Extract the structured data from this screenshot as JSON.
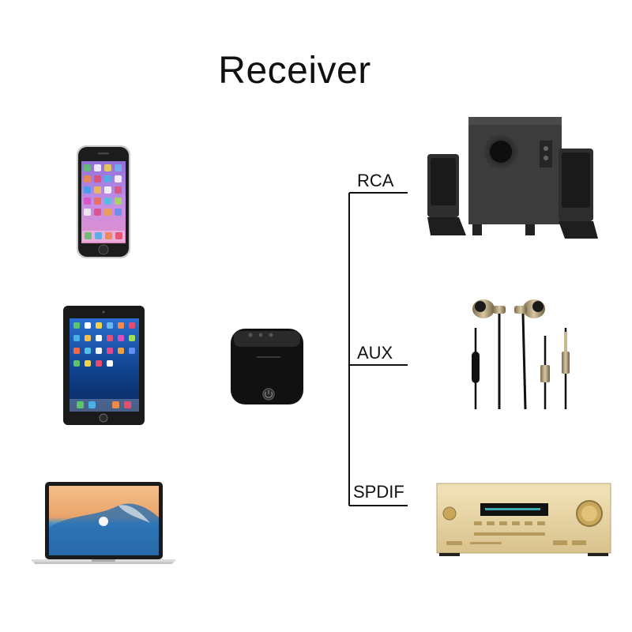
{
  "title": "Receiver",
  "outputs": {
    "rca": "RCA",
    "aux": "AUX",
    "spdif": "SPDIF"
  },
  "colors": {
    "line": "#111111",
    "text": "#111111",
    "amp_gold": "#e8d7a8",
    "device_dark": "#1a1a1a"
  },
  "icons": {
    "source_1": "smartphone-icon",
    "source_2": "tablet-icon",
    "source_3": "laptop-icon",
    "receiver": "bluetooth-receiver-icon",
    "out_1": "speaker-set-icon",
    "out_2": "earphones-icon",
    "out_3": "av-amplifier-icon"
  }
}
